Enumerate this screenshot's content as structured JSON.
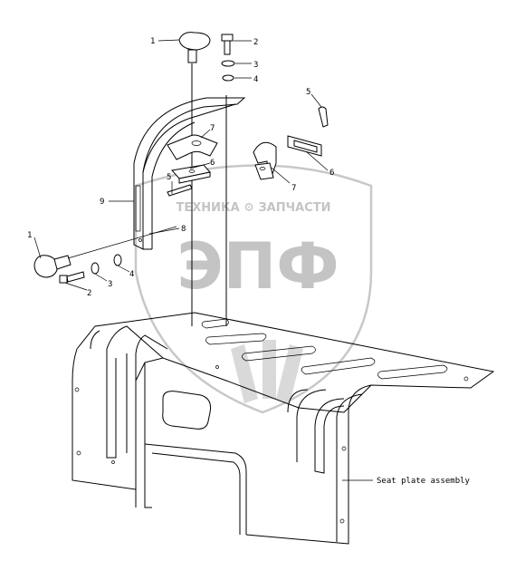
{
  "watermark": {
    "brand_text": "ТЕХНИКА ⚙ ЗАПЧАСТИ",
    "logo_text": "ЭПФ"
  },
  "callouts": {
    "knob_top": "1",
    "bolt_top": "2",
    "washer_top_a": "3",
    "washer_top_b": "4",
    "pin_right": "5",
    "clamp_top": "7",
    "pad_left": "6",
    "pin_left": "5",
    "clamp_right": "7",
    "pad_right": "6",
    "support": "9",
    "bracket_rod": "8",
    "knob_left": "1",
    "bolt_left": "2",
    "washer_left_a": "3",
    "washer_left_b": "4"
  },
  "assembly_label": "Seat plate assembly"
}
